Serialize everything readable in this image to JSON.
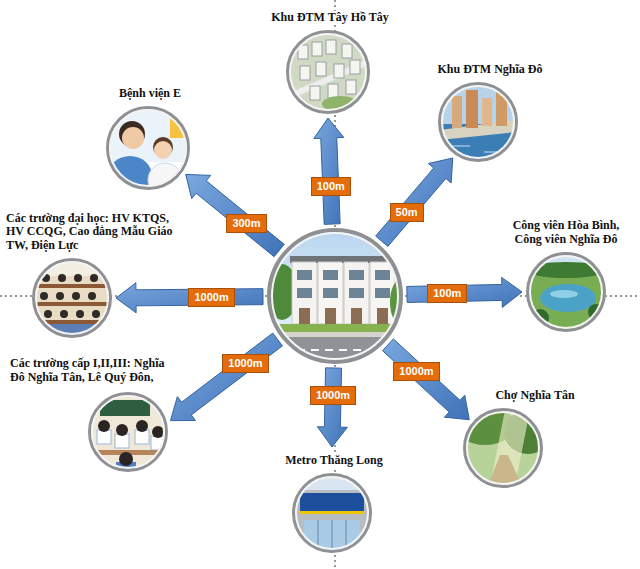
{
  "diagram": {
    "nodes": [
      {
        "text": [
          "Bệnh viện E"
        ]
      },
      {
        "text": [
          "Khu ĐTM Tây Hồ Tây"
        ]
      },
      {
        "text": [
          "Khu ĐTM Nghĩa Đô"
        ]
      },
      {
        "text": [
          "Các trường đại học: HV KTQS, HV CCQG, Cao đẳng Mẫu Giáo TW, Điện Lực"
        ]
      },
      {
        "text": []
      },
      {
        "text": [
          "Công viên Hòa Bình, Công viên Nghĩa Đô"
        ]
      },
      {
        "text": [
          "Các trường cấp I,II,III: Nghĩa Đô Nghĩa Tân, Lê Quý Đôn,"
        ]
      },
      {
        "text": [
          "Metro Thăng Long"
        ]
      },
      {
        "text": [
          "Chợ Nghĩa Tân"
        ]
      }
    ],
    "edges": [
      {
        "from": 4,
        "to": 0,
        "arrow": "to",
        "label": "300m"
      },
      {
        "from": 4,
        "to": 1,
        "arrow": "to",
        "label": "100m"
      },
      {
        "from": 4,
        "to": 2,
        "arrow": "to",
        "label": "50m"
      },
      {
        "from": 4,
        "to": 3,
        "arrow": "to",
        "label": "1000m"
      },
      {
        "from": 4,
        "to": 5,
        "arrow": "to",
        "label": "100m"
      },
      {
        "from": 4,
        "to": 6,
        "arrow": "to",
        "label": "1000m"
      },
      {
        "from": 4,
        "to": 7,
        "arrow": "to",
        "label": "1000m"
      },
      {
        "from": 4,
        "to": 8,
        "arrow": "to",
        "label": "1000m"
      }
    ]
  }
}
